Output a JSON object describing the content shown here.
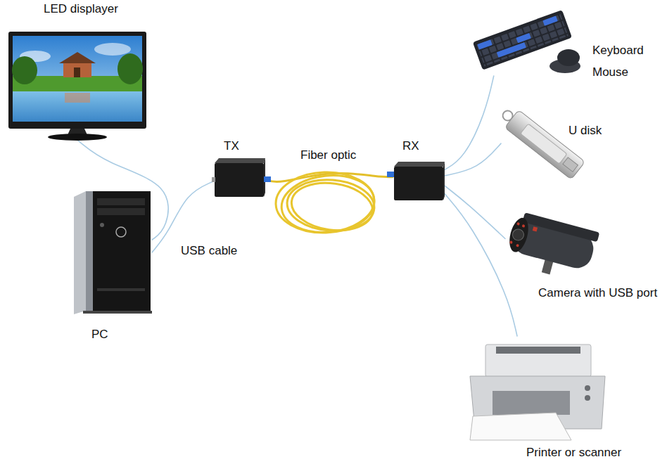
{
  "diagram": {
    "nodes": [
      {
        "text": [
          "LED displayer"
        ]
      },
      {
        "text": [
          "PC"
        ]
      },
      {
        "text": [
          "TX"
        ]
      },
      {
        "text": [
          "RX"
        ]
      },
      {
        "text": [
          "Keyboard Mouse"
        ]
      },
      {
        "text": [
          "U disk"
        ]
      },
      {
        "text": [
          "Camera with USB port"
        ]
      },
      {
        "text": [
          "Printer or scanner"
        ]
      }
    ],
    "edges": [
      {
        "from": 0,
        "to": 1,
        "arrow": "none"
      },
      {
        "from": 1,
        "to": 2,
        "label": "USB cable",
        "arrow": "none"
      },
      {
        "from": 2,
        "to": 3,
        "label": "Fiber optic",
        "arrow": "none"
      },
      {
        "from": 3,
        "to": 4,
        "arrow": "none"
      },
      {
        "from": 3,
        "to": 5,
        "arrow": "none"
      },
      {
        "from": 3,
        "to": 6,
        "arrow": "none"
      },
      {
        "from": 3,
        "to": 7,
        "arrow": "none"
      }
    ]
  }
}
